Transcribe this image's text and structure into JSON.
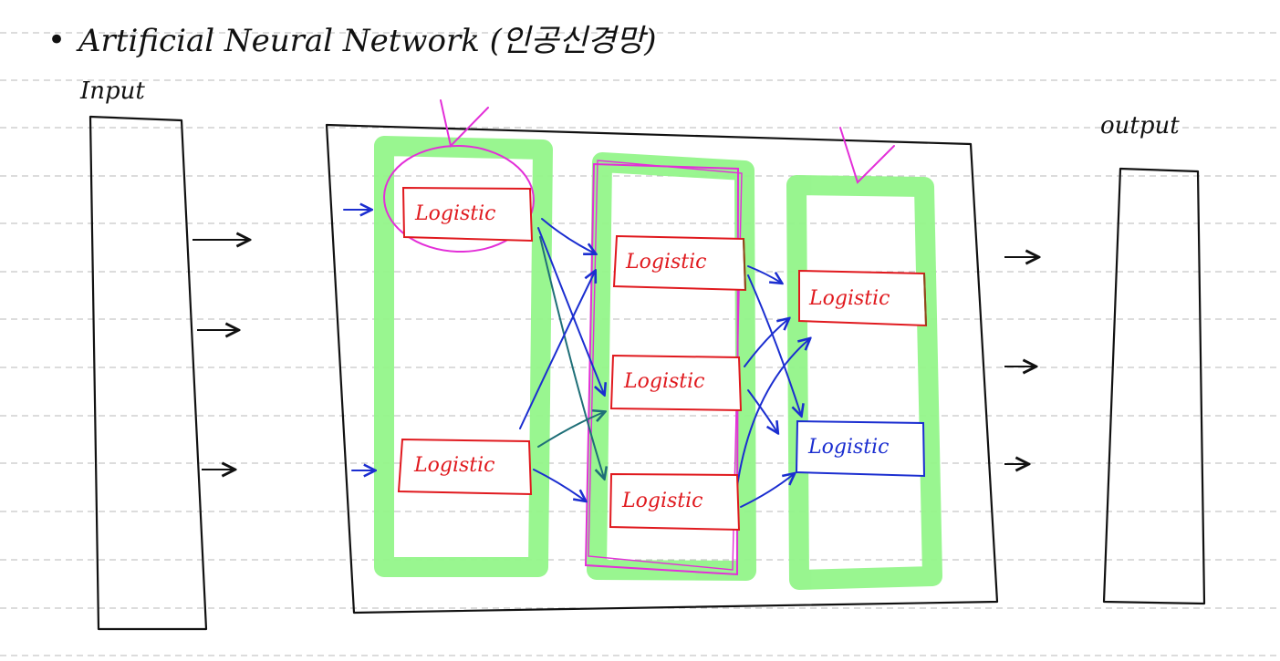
{
  "title": {
    "bullet": "•",
    "text": "Artificial Neural Network (인공신경망)"
  },
  "labels": {
    "input": "Input",
    "output": "output"
  },
  "node_label": "Logistic",
  "colors": {
    "paper": "#ffffff",
    "rule_line": "#b9b9b9",
    "ink": "#111111",
    "red": "#e0191e",
    "blue": "#1b2ed0",
    "teal": "#1f6f78",
    "magenta": "#e32fd8",
    "highlight": "#93f58a",
    "brown_border": "#8a4a1a"
  }
}
